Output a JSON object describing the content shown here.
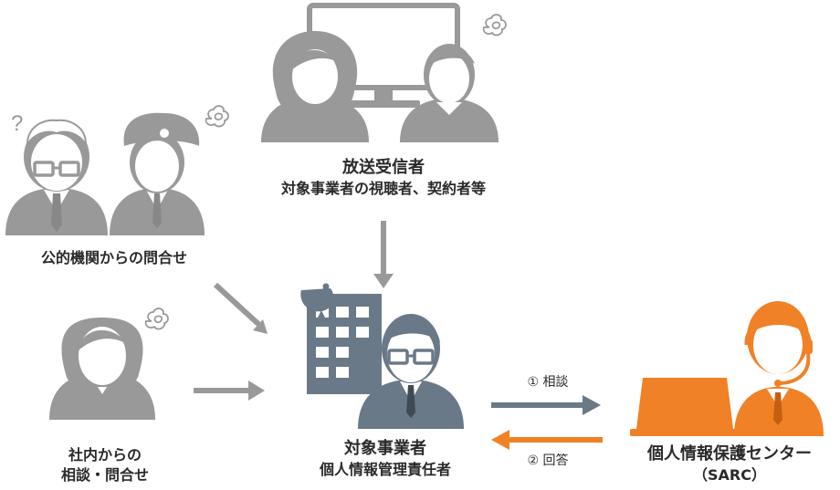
{
  "colors": {
    "gray": "#999999",
    "slate": "#697988",
    "orange": "#f08126",
    "text": "#2a2a2a"
  },
  "broadcast_receivers": {
    "title": "放送受信者",
    "subtitle": "対象事業者の視聴者、契約者等"
  },
  "public_inquiry": {
    "label": "公的機関からの問合せ",
    "question_mark": "?"
  },
  "internal_inquiry": {
    "line1": "社内からの",
    "line2": "相談・問合せ"
  },
  "target_business": {
    "title": "対象事業者",
    "subtitle": "個人情報管理責任者"
  },
  "sarc": {
    "title": "個人情報保護センター",
    "subtitle": "（SARC）"
  },
  "arrows": {
    "consult": "① 相談",
    "answer": "② 回答"
  },
  "icons": [
    "monitor-icon",
    "woman-viewer-icon",
    "man-viewer-icon",
    "worry-scribble-icon",
    "elderly-man-icon",
    "police-officer-icon",
    "question-icon",
    "employee-woman-icon",
    "building-icon",
    "satellite-dish-icon",
    "manager-man-icon",
    "operator-headset-icon",
    "laptop-icon"
  ]
}
